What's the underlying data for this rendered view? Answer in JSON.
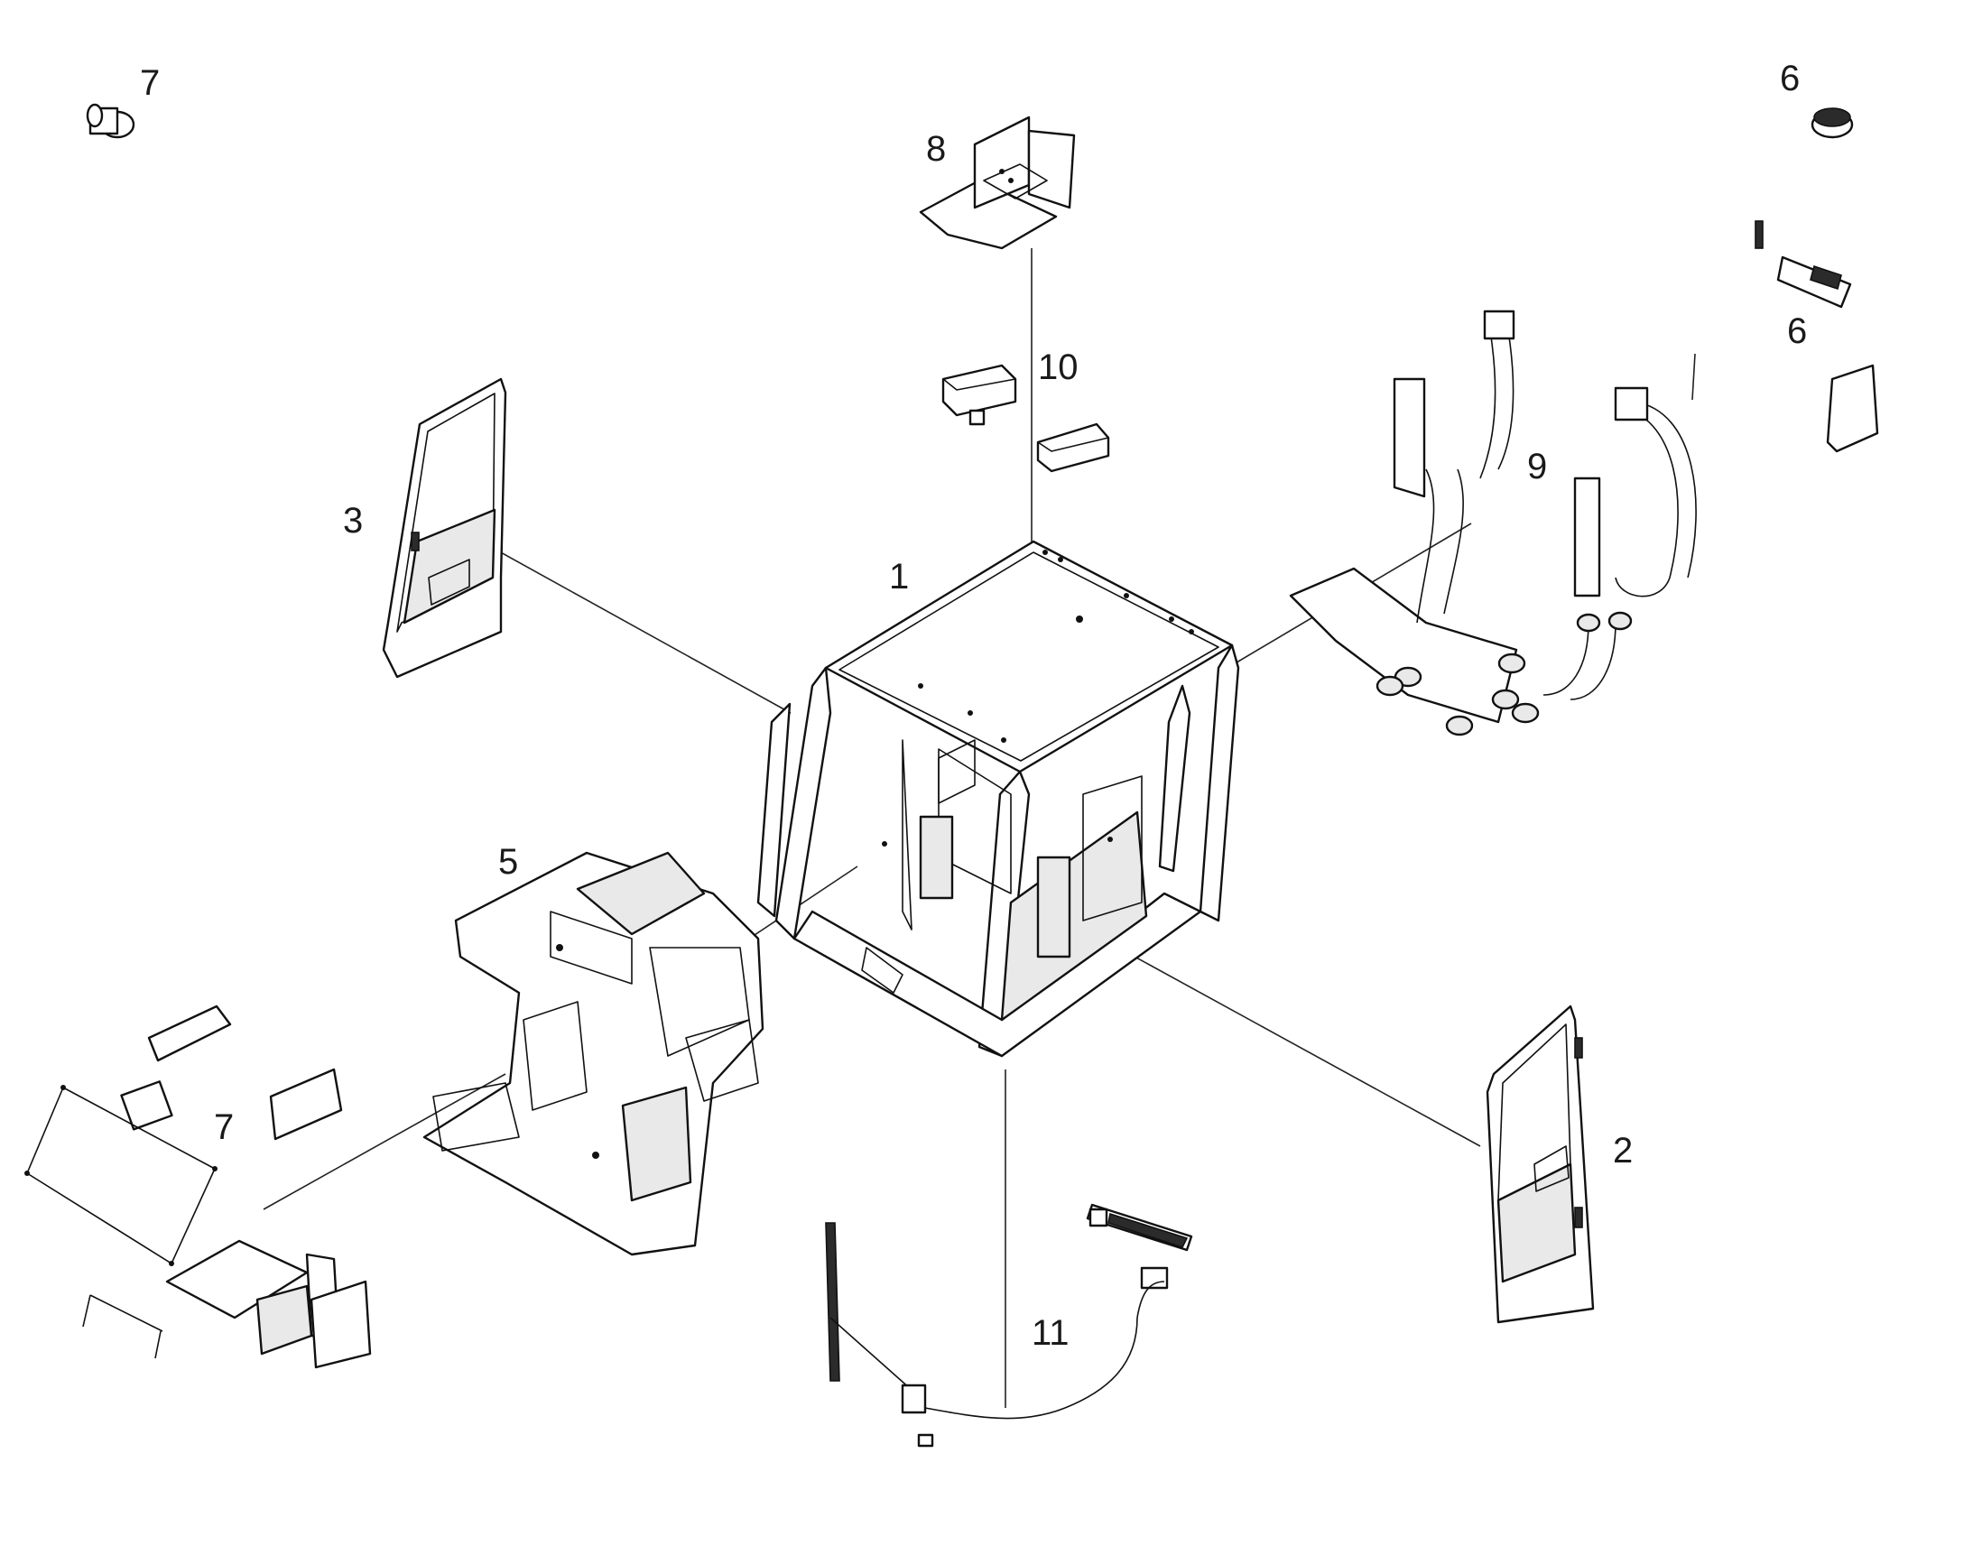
{
  "diagram": {
    "callouts": [
      {
        "id": "c1",
        "text": "1"
      },
      {
        "id": "c2",
        "text": "2"
      },
      {
        "id": "c3",
        "text": "3"
      },
      {
        "id": "c5",
        "text": "5"
      },
      {
        "id": "c6a",
        "text": "6"
      },
      {
        "id": "c6b",
        "text": "6"
      },
      {
        "id": "c7a",
        "text": "7"
      },
      {
        "id": "c7b",
        "text": "7"
      },
      {
        "id": "c8",
        "text": "8"
      },
      {
        "id": "c9",
        "text": "9"
      },
      {
        "id": "c10",
        "text": "10"
      },
      {
        "id": "c11",
        "text": "11"
      }
    ],
    "parts": [
      {
        "id": "cab-frame",
        "icon": "cab-frame-icon"
      },
      {
        "id": "right-door",
        "icon": "door-icon"
      },
      {
        "id": "left-door",
        "icon": "door-icon"
      },
      {
        "id": "interior-trim",
        "icon": "trim-panel-icon"
      },
      {
        "id": "hvac-ducts",
        "icon": "duct-icon"
      },
      {
        "id": "roof-brackets",
        "icon": "bracket-icon"
      },
      {
        "id": "roof-lamps",
        "icon": "lamp-icon"
      },
      {
        "id": "wiper-assembly",
        "icon": "wiper-icon"
      },
      {
        "id": "plugs",
        "icon": "plug-icon"
      },
      {
        "id": "floor-plates",
        "icon": "plate-icon"
      }
    ]
  }
}
